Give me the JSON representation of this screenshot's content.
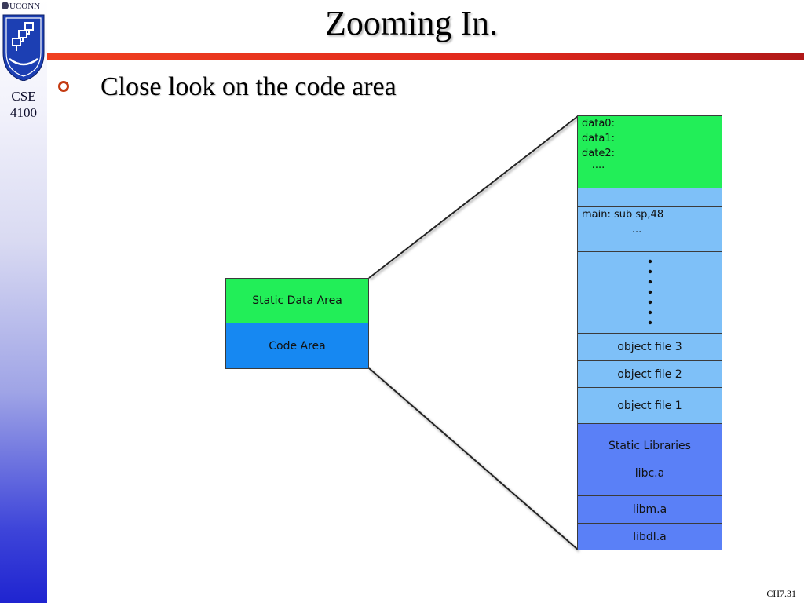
{
  "sidebar": {
    "brand": "UCONN",
    "course_line1": "CSE",
    "course_line2": "4100"
  },
  "slide": {
    "title": "Zooming In.",
    "bullet": "Close look on the code area",
    "footer": "CH7.31"
  },
  "memory_map": {
    "static_data_label": "Static Data Area",
    "code_area_label": "Code Area"
  },
  "zoomed_code": {
    "data_lines": [
      "data0:",
      "data1:",
      "date2:",
      "...."
    ],
    "main_line": "main: sub sp,48",
    "main_ellipsis": "...",
    "object_file_3": "object file 3",
    "object_file_2": "object file 2",
    "object_file_1": "object file 1",
    "static_libraries": "Static Libraries",
    "libc": "libc.a",
    "libm": "libm.a",
    "libdl": "libdl.a"
  },
  "colors": {
    "green": "#22ee58",
    "blue": "#1688f2",
    "light_blue": "#7ec0f8",
    "mid_blue": "#5a80f7",
    "accent_red": "#e0281c"
  }
}
